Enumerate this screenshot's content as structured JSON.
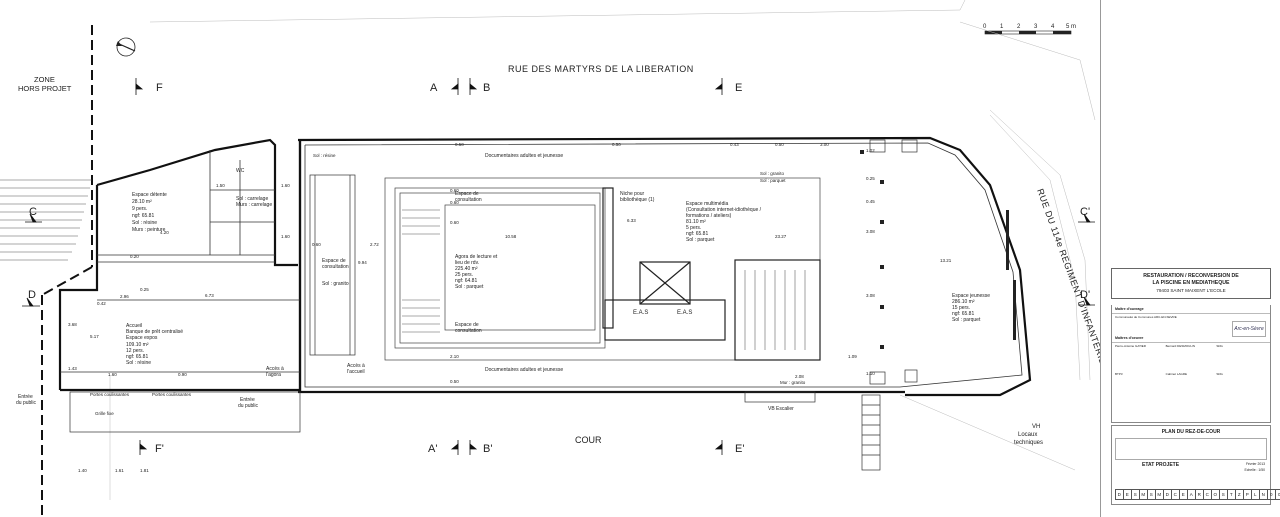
{
  "streets": {
    "north": "RUE DES MARTYRS DE LA LIBERATION",
    "east": "RUE DU 114e REGIMENT D'INFANTERIE",
    "south": "COUR"
  },
  "zone": {
    "line1": "ZONE",
    "line2": "HORS PROJET"
  },
  "scale_bar": [
    "0",
    "1",
    "2",
    "3",
    "4",
    "5 m"
  ],
  "sections": {
    "A": "A",
    "A_prime": "A'",
    "B": "B",
    "B_prime": "B'",
    "C": "C",
    "C_prime": "C'",
    "D": "D",
    "D_prime": "D'",
    "E": "E",
    "E_prime": "E'",
    "F": "F",
    "F_prime": "F'"
  },
  "rooms": {
    "detente": [
      "Espace détente",
      "28.10 m²",
      "9 pers.",
      "ngf: 65.81",
      "Sol : résine",
      "Murs : peinture"
    ],
    "accueil": [
      "Accueil",
      "Banque de prêt centralisé",
      "Espace expos",
      "109.10 m²",
      "12 pers.",
      "ngf: 65.81",
      "Sol : résine"
    ],
    "consult_west": [
      "Espace de",
      "consultation",
      "Sol : granito"
    ],
    "consult_nw": [
      "Espace de",
      "consultation"
    ],
    "consult_sw": [
      "Espace de",
      "consultation"
    ],
    "lecture": [
      "Agora de lecture et",
      "lieu de rdv.",
      "225.40 m²",
      "25 pers.",
      "ngf: 64.81",
      "Sol : parquet"
    ],
    "multimedia": [
      "Espace multimédia",
      "(Consultation internet-idiothèque /",
      "formations / ateliers)",
      "81.10 m²",
      "5 pers.",
      "ngf: 65.81",
      "Sol : parquet"
    ],
    "jeunesse": [
      "Espace jeunesse",
      "286.10 m²",
      "15 pers.",
      "ngf: 65.81",
      "Sol : parquet"
    ],
    "docs_north": "Documentaires adultes et jeunesse",
    "docs_south": "Documentaires adultes et jeunesse",
    "niche": [
      "Niche pour",
      "bibliothèque (1)"
    ],
    "eas1": "E.A.S",
    "eas2": "E.A.S",
    "entree1": [
      "Entrée",
      "du public"
    ],
    "entree2": [
      "Entrée",
      "du public"
    ],
    "acces_agora": [
      "Accès à",
      "l'agora"
    ],
    "acces_accueil": [
      "Accès à",
      "l'accueil"
    ],
    "vb": "VB Escalier",
    "vh": [
      "VH",
      "Locaux",
      "techniques"
    ],
    "wc": [
      "WC",
      "Sol : carrelage",
      "Murs : carrelage"
    ],
    "portes": "Portes coulissantes",
    "grille": "Grille fixe"
  },
  "dims": [
    "0.50",
    "0.50",
    "0.50",
    "0.43",
    "3.00",
    "1.02",
    "0.60",
    "0.60",
    "0.60",
    "6.33",
    "10.58",
    "23.27",
    "13.21",
    "2.72",
    "9.94",
    "0.60",
    "4.20",
    "5.17",
    "3.68",
    "1.43",
    "1.60",
    "1.60",
    "1.50",
    "0.25",
    "2.96",
    "6.73",
    "0.20",
    "0.42",
    "2.10",
    "3.08",
    "3.08",
    "0.45",
    "1.09",
    "1.10",
    "2.08",
    "0.50",
    "1.61",
    "1.81",
    "1.40",
    "0.90",
    "1.60",
    "0.25"
  ],
  "materials": [
    "Sol : résine",
    "Sol : granito",
    "Sol : parquet",
    "Mur : granito"
  ],
  "cartouche": {
    "title1": "RESTAURATION / RECONVERSION DE",
    "title2": "LA PISCINE EN MEDIATHEQUE",
    "city": "79403 SAINT MAIXENT L'ECOLE",
    "maitre_ouvrage": "Maître d'ouvrage",
    "mo_name": "Communauté de Communes ARC-EN-SEVRE",
    "maitre_oeuvre": "Maîtres d'oeuvre",
    "moe": [
      [
        "Pierre-Antoine GATIER",
        "Bernard DESMOULIN",
        "SDG"
      ],
      [
        "BTP3",
        "Cabinet LAGRE",
        "SDG"
      ]
    ],
    "logo": "Arc-en-Sèvre",
    "plan_title": "PLAN DU REZ-DE-COUR",
    "etat": "ETAT PROJETE",
    "date": "Février 2013",
    "echelle": "Echelle : 1/50",
    "code": [
      "D",
      "E",
      "S",
      "M",
      "S",
      "M",
      "D",
      "C",
      "E",
      "A",
      "R",
      "C",
      "O",
      "S",
      "T",
      "Z",
      "P",
      "L",
      "N",
      "0",
      "0",
      "3",
      "A"
    ]
  }
}
